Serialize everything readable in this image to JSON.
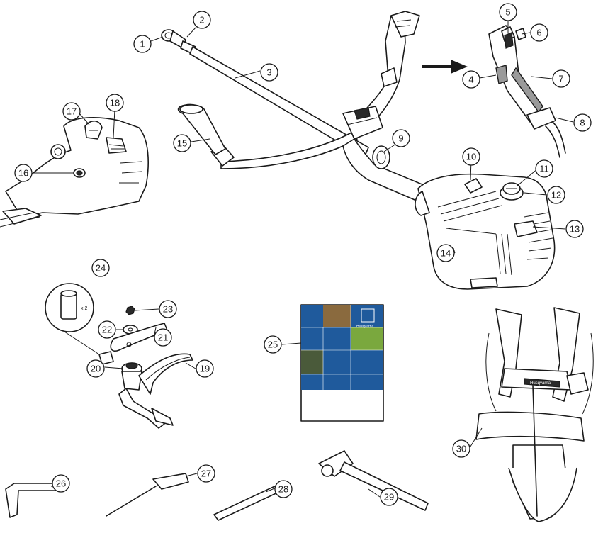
{
  "callouts": [
    {
      "id": "c1",
      "label": "1"
    },
    {
      "id": "c2",
      "label": "2"
    },
    {
      "id": "c3",
      "label": "3"
    },
    {
      "id": "c4",
      "label": "4"
    },
    {
      "id": "c5",
      "label": "5"
    },
    {
      "id": "c6",
      "label": "6"
    },
    {
      "id": "c7",
      "label": "7"
    },
    {
      "id": "c8",
      "label": "8"
    },
    {
      "id": "c9",
      "label": "9"
    },
    {
      "id": "c10",
      "label": "10"
    },
    {
      "id": "c11",
      "label": "11"
    },
    {
      "id": "c12",
      "label": "12"
    },
    {
      "id": "c13",
      "label": "13"
    },
    {
      "id": "c14",
      "label": "14"
    },
    {
      "id": "c15",
      "label": "15"
    },
    {
      "id": "c16",
      "label": "16"
    },
    {
      "id": "c17",
      "label": "17"
    },
    {
      "id": "c18",
      "label": "18"
    },
    {
      "id": "c19",
      "label": "19"
    },
    {
      "id": "c20",
      "label": "20"
    },
    {
      "id": "c21",
      "label": "21"
    },
    {
      "id": "c22",
      "label": "22"
    },
    {
      "id": "c23",
      "label": "23"
    },
    {
      "id": "c24",
      "label": "24"
    },
    {
      "id": "c25",
      "label": "25"
    },
    {
      "id": "c26",
      "label": "26"
    },
    {
      "id": "c27",
      "label": "27"
    },
    {
      "id": "c28",
      "label": "28"
    },
    {
      "id": "c29",
      "label": "29"
    },
    {
      "id": "c30",
      "label": "30"
    }
  ],
  "labels": {
    "quantity": "x 2",
    "manual_brand": "Husqvarna",
    "harness_brand": "Husqvarna"
  },
  "colors": {
    "manual_blue": "#1f5a9c",
    "line": "#1a1a1a"
  }
}
